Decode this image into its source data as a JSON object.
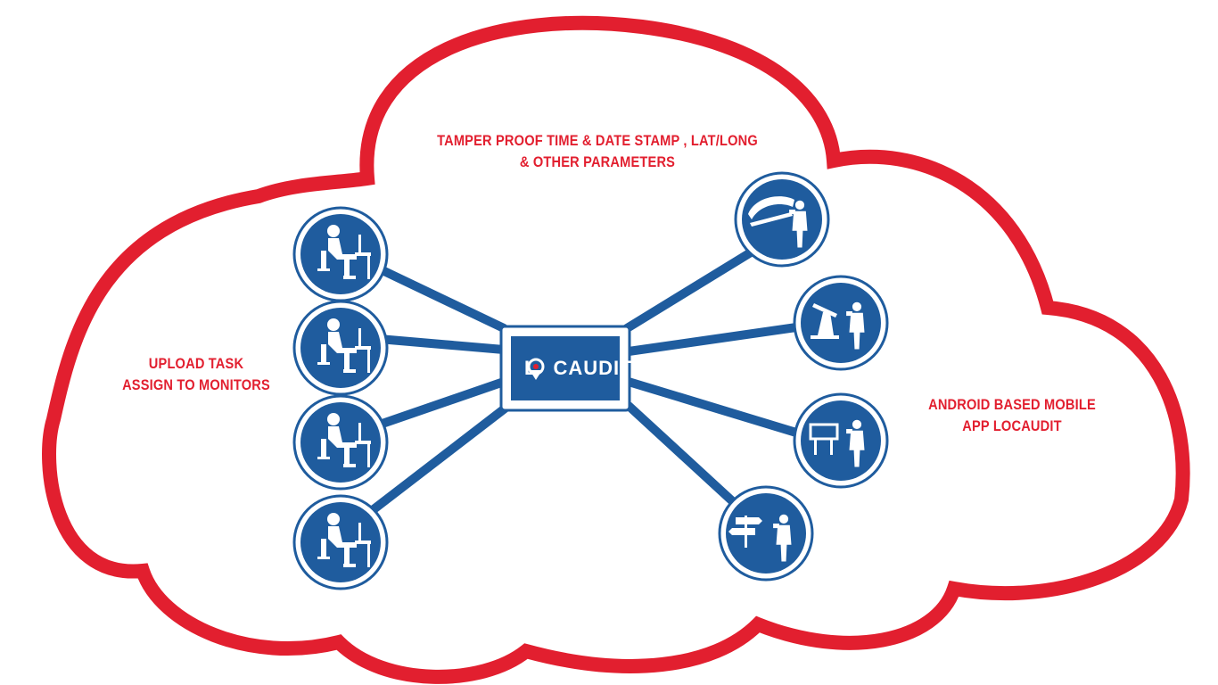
{
  "colors": {
    "cloud_outline": "#e21f2f",
    "node_fill": "#1f5c9e",
    "connector": "#1f5c9e",
    "caption_text": "#e21f2f"
  },
  "captions": {
    "top": [
      "TAMPER PROOF TIME & DATE STAMP , LAT/LONG",
      "& OTHER PARAMETERS"
    ],
    "left": [
      "UPLOAD TASK",
      "ASSIGN TO MONITORS"
    ],
    "right": [
      "ANDROID BASED MOBILE",
      "APP LOCAUDIT"
    ]
  },
  "hub": {
    "label": "LOCAUDIT",
    "icon": "location-pin-icon"
  },
  "left_nodes": [
    {
      "icon": "office-worker-at-desk-icon"
    },
    {
      "icon": "office-worker-at-desk-icon"
    },
    {
      "icon": "office-worker-at-desk-icon"
    },
    {
      "icon": "office-worker-at-desk-icon"
    }
  ],
  "right_nodes": [
    {
      "icon": "train-photographer-icon"
    },
    {
      "icon": "oil-pump-photographer-icon"
    },
    {
      "icon": "billboard-photographer-icon"
    },
    {
      "icon": "signpost-photographer-icon"
    }
  ]
}
